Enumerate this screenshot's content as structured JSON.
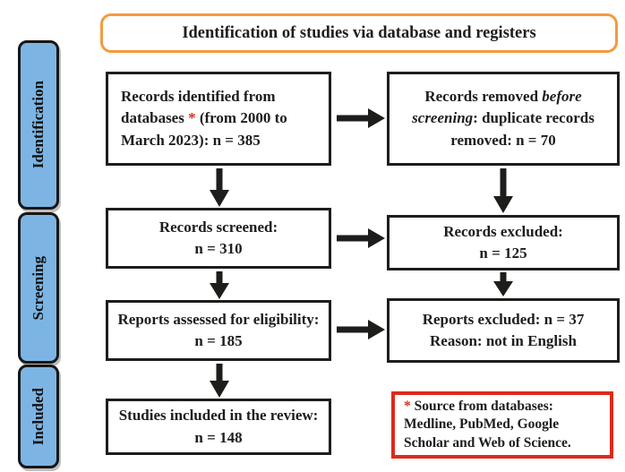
{
  "header": {
    "title": "Identification of studies via database and registers"
  },
  "sidebar": {
    "stages": [
      {
        "label": "Identification"
      },
      {
        "label": "Screening"
      },
      {
        "label": "Included"
      }
    ]
  },
  "flow": {
    "identified": {
      "pre": "Records identified from databases ",
      "asterisk": "*",
      "post": " (from 2000 to March 2023): n = 385",
      "n": 385
    },
    "removed": {
      "pre": "Records removed ",
      "italic": "before screening",
      "post": ": duplicate records removed: n = 70",
      "n": 70
    },
    "screened": {
      "line1": "Records screened:",
      "line2": "n = 310",
      "n": 310
    },
    "excluded": {
      "line1": "Records excluded:",
      "line2": "n = 125",
      "n": 125
    },
    "assessed": {
      "text": "Reports assessed for eligibility: n = 185",
      "n": 185
    },
    "reports_excluded": {
      "line1": "Reports excluded: n = 37",
      "line2": "Reason: not in English",
      "n": 37
    },
    "included": {
      "text": "Studies included in the review: n = 148",
      "n": 148
    }
  },
  "footnote": {
    "asterisk": "*",
    "text": " Source from databases: Medline, PubMed, Google Scholar and Web of Science."
  },
  "icons": {
    "right_arrow": "right-arrow-icon",
    "down_arrow": "down-arrow-icon"
  },
  "colors": {
    "accent_orange": "#F49A3E",
    "accent_blue": "#7CB5E3",
    "accent_red": "#DD2A1B",
    "ink": "#1D1D1B"
  }
}
